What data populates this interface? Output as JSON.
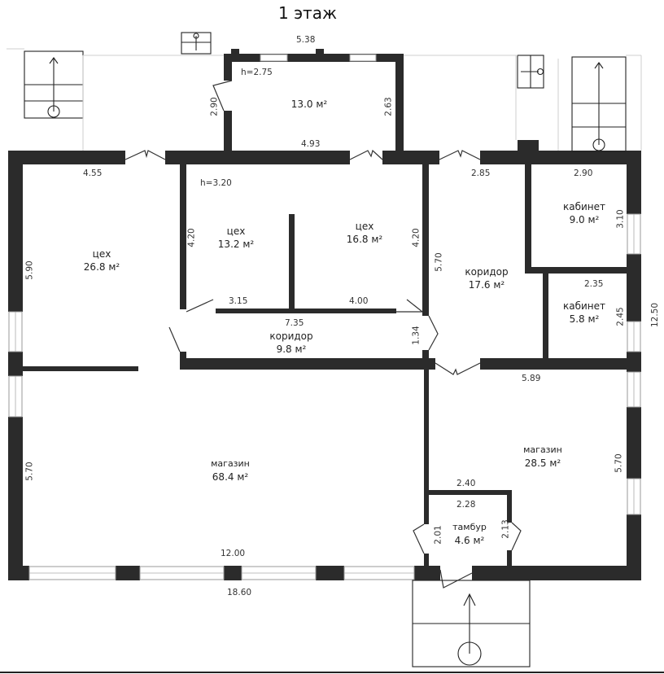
{
  "plan": {
    "title": "1 этаж",
    "colors": {
      "wall": "#2b2b2b",
      "line": "#333333",
      "thin": "#bbbbbb",
      "background": "#ffffff"
    },
    "rooms": [
      {
        "id": "annex",
        "name": "",
        "area": "13.0 м²",
        "height": "h=2.75"
      },
      {
        "id": "workshop-left",
        "name": "цех",
        "area": "26.8 м²"
      },
      {
        "id": "workshop-mid",
        "name": "цех",
        "area": "13.2 м²",
        "height": "h=3.20"
      },
      {
        "id": "workshop-right",
        "name": "цех",
        "area": "16.8 м²"
      },
      {
        "id": "corridor-small",
        "name": "коридор",
        "area": "9.8 м²"
      },
      {
        "id": "corridor-large",
        "name": "коридор",
        "area": "17.6 м²"
      },
      {
        "id": "office-1",
        "name": "кабинет",
        "area": "9.0 м²"
      },
      {
        "id": "office-2",
        "name": "кабинет",
        "area": "5.8 м²"
      },
      {
        "id": "shop-large",
        "name": "магазин",
        "area": "68.4 м²"
      },
      {
        "id": "shop-small",
        "name": "магазин",
        "area": "28.5 м²"
      },
      {
        "id": "vestibule",
        "name": "тамбур",
        "area": "4.6 м²"
      }
    ],
    "dimensions": {
      "annex_top": "5.38",
      "annex_left": "2.90",
      "annex_right": "2.63",
      "annex_bottom": "4.93",
      "left_top": "4.55",
      "left_side": "5.90",
      "mid_left": "4.20",
      "mid_right": "4.20",
      "mid_bottom_left": "3.15",
      "mid_bottom_right": "4.00",
      "corridor_small_len": "7.35",
      "corridor_small_w": "1.34",
      "corridor_large_top": "2.85",
      "corridor_large_side": "5.70",
      "office1_top": "2.90",
      "office1_side": "3.10",
      "office2_top": "2.35",
      "office2_side": "2.45",
      "right_total": "12.50",
      "shop_small_top": "5.89",
      "shop_small_side": "5.70",
      "shop_large_side": "5.70",
      "shop_large_bottom": "12.00",
      "total_bottom": "18.60",
      "vestibule_top_outer": "2.40",
      "vestibule_top_inner": "2.28",
      "vestibule_left": "2.01",
      "vestibule_right": "2.13"
    }
  }
}
